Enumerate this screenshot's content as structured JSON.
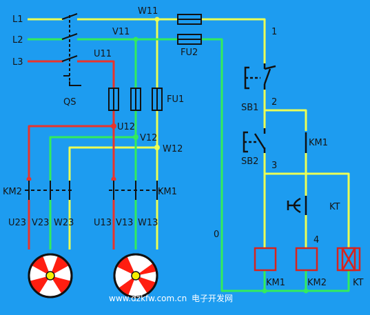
{
  "colors": {
    "background": "#1d9cf0",
    "phase_l1": "#ecff55",
    "phase_l2": "#33ec5c",
    "phase_l3": "#e8342c",
    "component": "#111111",
    "coil": "#d8231c",
    "motor_blade": "#ff1e10",
    "motor_hub": "#f6f000"
  },
  "labels": {
    "l1": "L1",
    "l2": "L2",
    "l3": "L3",
    "w11": "W11",
    "v11": "V11",
    "u11": "U11",
    "qs": "QS",
    "fu1": "FU1",
    "fu2": "FU2",
    "u12": "U12",
    "v12": "V12",
    "w12": "W12",
    "km2_contacts": "KM2",
    "km1_contacts": "KM1",
    "u23": "U23",
    "v23": "V23",
    "w23": "W23",
    "u13": "U13",
    "v13": "V13",
    "w13": "W13",
    "n1": "1",
    "n2": "2",
    "n3": "3",
    "n4": "4",
    "n0": "0",
    "sb1": "SB1",
    "sb2": "SB2",
    "km1_aux": "KM1",
    "kt_contact": "KT",
    "km1_coil": "KM1",
    "km2_coil": "KM2",
    "kt_coil": "KT"
  },
  "watermark": {
    "url": "www.dzkfw.com.cn",
    "site": "电子开发网"
  },
  "icons": {
    "motor_1": "three-phase-motor-icon",
    "motor_2": "three-phase-motor-icon"
  }
}
